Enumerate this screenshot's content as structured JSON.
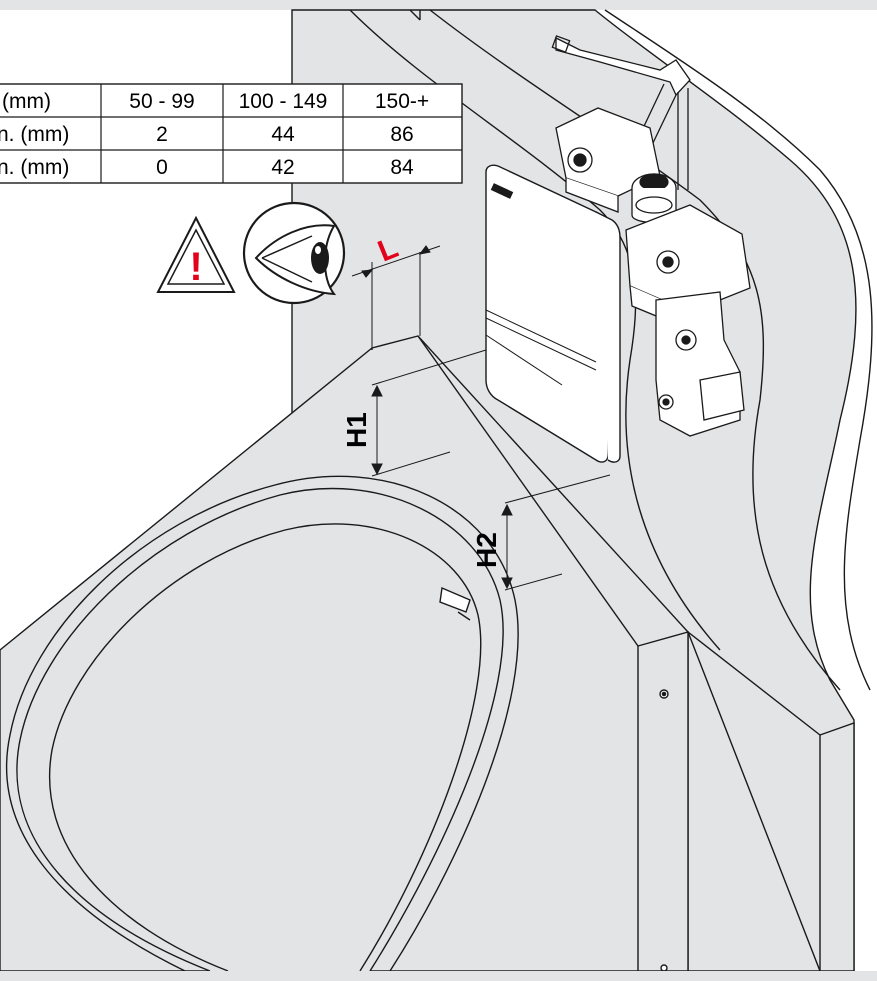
{
  "table": {
    "header": [
      "(mm)",
      "50 - 99",
      "100 - 149",
      "150-+"
    ],
    "rows": [
      [
        "n. (mm)",
        "2",
        "44",
        "86"
      ],
      [
        "n. (mm)",
        "0",
        "42",
        "84"
      ]
    ]
  },
  "labels": {
    "L": "L",
    "H1": "H1",
    "H2": "H2",
    "warning_mark": "!"
  },
  "colors": {
    "background": "#e3e4e6",
    "panel": "#ffffff",
    "line": "#1a1a1a",
    "accent": "#e2001a"
  },
  "icons": [
    "warning-triangle-icon",
    "eye-icon"
  ]
}
